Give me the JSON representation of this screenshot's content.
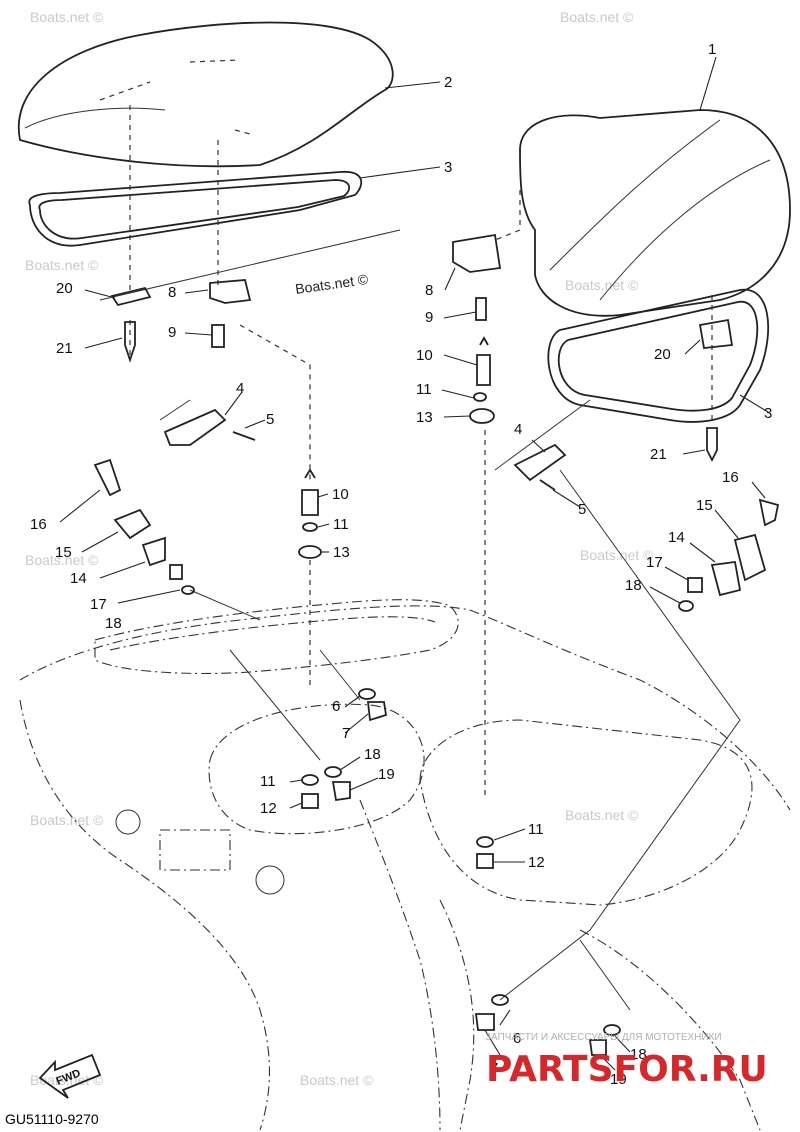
{
  "diagram_code": "GU51110-9270",
  "fwd_label": "FWD",
  "watermark": "Boats.net ©",
  "watermark_main": "Boats.net ©",
  "brand": {
    "text": "PARTSFOR.RU",
    "tagline": "ЗАПЧАСТИ И АКСЕССУАРЫ ДЛЯ МОТОТЕХНИКИ",
    "color": "#d9262b"
  },
  "callouts": {
    "c1": "1",
    "c2": "2",
    "c3a": "3",
    "c3b": "3",
    "c4a": "4",
    "c4b": "4",
    "c5a": "5",
    "c5b": "5",
    "c6a": "6",
    "c6b": "6",
    "c7a": "7",
    "c7b": "7",
    "c8a": "8",
    "c8b": "8",
    "c9a": "9",
    "c9b": "9",
    "c10a": "10",
    "c10b": "10",
    "c11a": "11",
    "c11b": "11",
    "c11c": "11",
    "c11d": "11",
    "c12a": "12",
    "c12b": "12",
    "c13a": "13",
    "c13b": "13",
    "c14a": "14",
    "c14b": "14",
    "c15a": "15",
    "c15b": "15",
    "c16a": "16",
    "c16b": "16",
    "c17a": "17",
    "c17b": "17",
    "c18a": "18",
    "c18b": "18",
    "c18c": "18",
    "c18d": "18",
    "c19a": "19",
    "c19b": "19",
    "c20a": "20",
    "c20b": "20",
    "c21a": "21",
    "c21b": "21"
  }
}
